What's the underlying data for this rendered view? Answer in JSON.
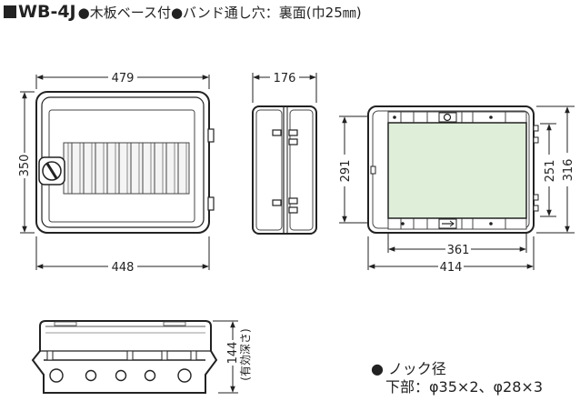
{
  "header": {
    "model": "WB-4J",
    "description": "●木板ベース付●バンド通し穴：裏面(巾25㎜)"
  },
  "front_view": {
    "width_top": "479",
    "height": "350",
    "width_bottom": "448"
  },
  "side_view": {
    "depth": "176"
  },
  "back_view": {
    "height_left": "291",
    "height_inner": "251",
    "height_total": "316",
    "width_inner": "361",
    "width_total": "414"
  },
  "bottom_view": {
    "depth": "144",
    "depth_note": "(有効深さ)"
  },
  "notes": {
    "title": "● ノック径",
    "detail": "下部：φ35×2、φ28×3"
  }
}
